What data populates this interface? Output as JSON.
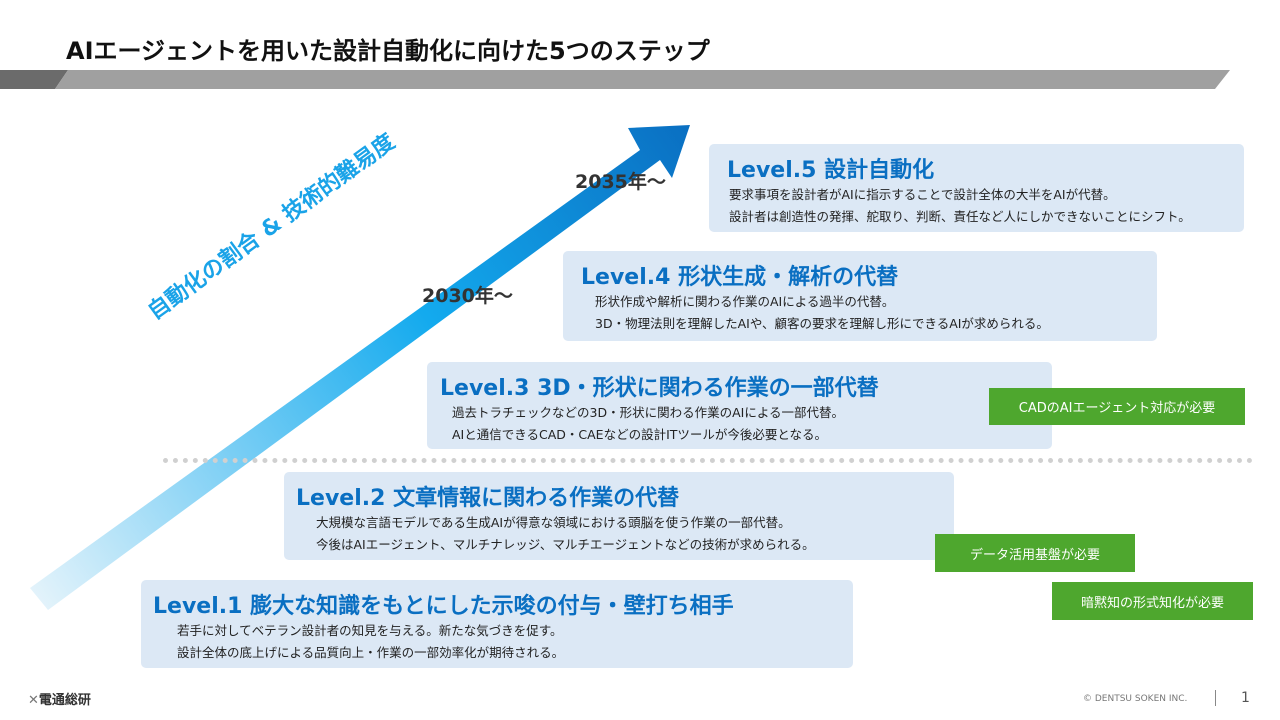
{
  "title": "AIエージェントを用いた設計自動化に向けた5つのステップ",
  "arrow_label": "自動化の割合 & 技術的難易度",
  "years": [
    "2030年～",
    "2035年～"
  ],
  "levels": [
    {
      "title": "Level.1  膨大な知識をもとにした示唆の付与・壁打ち相手",
      "lines": [
        "若手に対してベテラン設計者の知見を与える。新たな気づきを促す。",
        "設計全体の底上げによる品質向上・作業の一部効率化が期待される。"
      ]
    },
    {
      "title": "Level.2  文章情報に関わる作業の代替",
      "lines": [
        "大規模な言語モデルである生成AIが得意な領域における頭脳を使う作業の一部代替。",
        "今後はAIエージェント、マルチナレッジ、マルチエージェントなどの技術が求められる。"
      ]
    },
    {
      "title": "Level.3  3D・形状に関わる作業の一部代替",
      "lines": [
        "過去トラチェックなどの3D・形状に関わる作業のAIによる一部代替。",
        "AIと通信できるCAD・CAEなどの設計ITツールが今後必要となる。"
      ]
    },
    {
      "title": "Level.4  形状生成・解析の代替",
      "lines": [
        "形状作成や解析に関わる作業のAIによる過半の代替。",
        "3D・物理法則を理解したAIや、顧客の要求を理解し形にできるAIが求められる。"
      ]
    },
    {
      "title": "Level.5  設計自動化",
      "lines": [
        "要求事項を設計者がAIに指示することで設計全体の大半をAIが代替。",
        "設計者は創造性の発揮、舵取り、判断、責任など人にしかできないことにシフト。"
      ]
    }
  ],
  "requirements": [
    "CADのAIエージェント対応が必要",
    "データ活用基盤が必要",
    "暗黙知の形式知化が必要"
  ],
  "footer": {
    "logo": "電通総研",
    "copyright": "© DENTSU SOKEN INC.",
    "page": "1"
  },
  "colors": {
    "accent": "#0a6fc2",
    "green": "#4ea72e",
    "box": "#dce8f5"
  }
}
